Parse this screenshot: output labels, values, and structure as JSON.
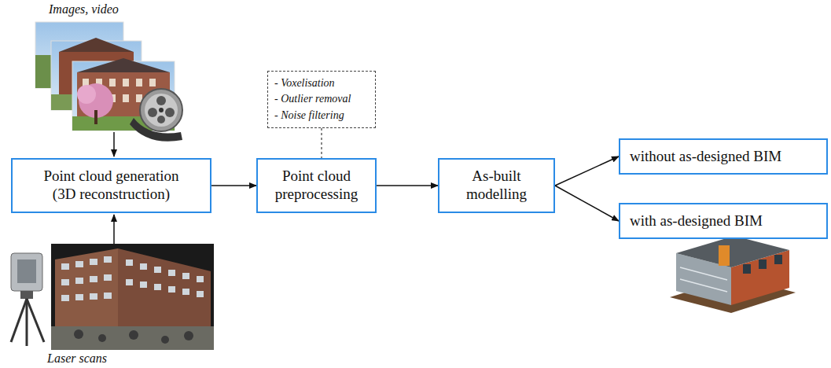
{
  "diagram": {
    "nodes": [
      {
        "text": [
          "Point cloud generation (3D reconstruction)"
        ]
      },
      {
        "text": [
          "- Voxelisation",
          "- Outlier removal",
          "- Noise filtering"
        ]
      },
      {
        "text": [
          "Point cloud preprocessing"
        ]
      },
      {
        "text": [
          "As-built modelling"
        ]
      },
      {
        "text": [
          "without as-designed BIM"
        ]
      },
      {
        "text": [
          "with as-designed BIM"
        ]
      }
    ],
    "edges": [
      {
        "from": 0,
        "to": 2,
        "arrow": "to"
      },
      {
        "from": 1,
        "to": 2,
        "arrow": "none"
      },
      {
        "from": 2,
        "to": 3,
        "arrow": "to"
      },
      {
        "from": 3,
        "to": 4,
        "arrow": "to"
      },
      {
        "from": 3,
        "to": 5,
        "arrow": "to"
      }
    ],
    "labels": [
      "Images, video",
      "Laser scans"
    ]
  }
}
